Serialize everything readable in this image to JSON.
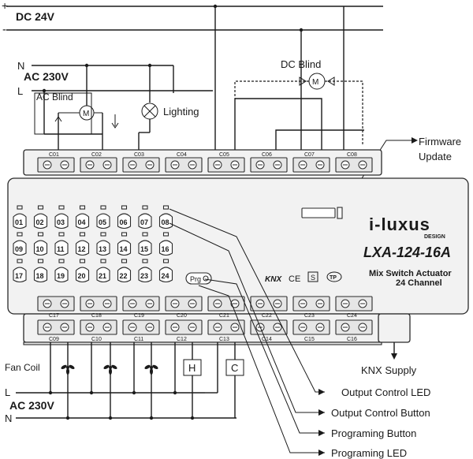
{
  "supply_top": {
    "plus": "+",
    "minus": "-",
    "title": "DC 24V"
  },
  "supply_ac_top": {
    "n": "N",
    "l": "L",
    "title": "AC 230V"
  },
  "supply_bottom": {
    "l": "L",
    "n": "N",
    "title": "AC 230V"
  },
  "loads": {
    "ac_blind": "AC Blind",
    "dc_blind": "DC Blind",
    "lighting": "Lighting",
    "fan_coil": "Fan Coil",
    "motor_letter": "M",
    "heat": "H",
    "cool": "C"
  },
  "terminals_top": [
    "C01",
    "C02",
    "C03",
    "C04",
    "C05",
    "C06",
    "C07",
    "C08"
  ],
  "terminals_mid": [
    "C17",
    "C18",
    "C19",
    "C20",
    "C21",
    "C22",
    "C23",
    "C24"
  ],
  "terminals_bottom": [
    "C09",
    "C10",
    "C11",
    "C12",
    "C13",
    "C14",
    "C15",
    "C16"
  ],
  "channel_buttons": [
    "01",
    "02",
    "03",
    "04",
    "05",
    "06",
    "07",
    "08",
    "09",
    "10",
    "11",
    "12",
    "13",
    "14",
    "15",
    "16",
    "17",
    "18",
    "19",
    "20",
    "21",
    "22",
    "23",
    "24"
  ],
  "device": {
    "brand": "i-luxus",
    "brand_sub": "DESIGN",
    "model": "LXA-124-16A",
    "desc1": "Mix Switch Actuator",
    "desc2": "24 Channel",
    "prg": "Prg",
    "cert_knx": "KNX",
    "cert_ce": "CE",
    "cert_s": "S",
    "cert_tp": "TP"
  },
  "callouts": {
    "firmware1": "Firmware",
    "firmware2": "Update",
    "knx_supply": "KNX Supply",
    "output_led": "Output Control LED",
    "output_button": "Output Control Button",
    "prog_button": "Programing Button",
    "prog_led": "Programing LED"
  }
}
